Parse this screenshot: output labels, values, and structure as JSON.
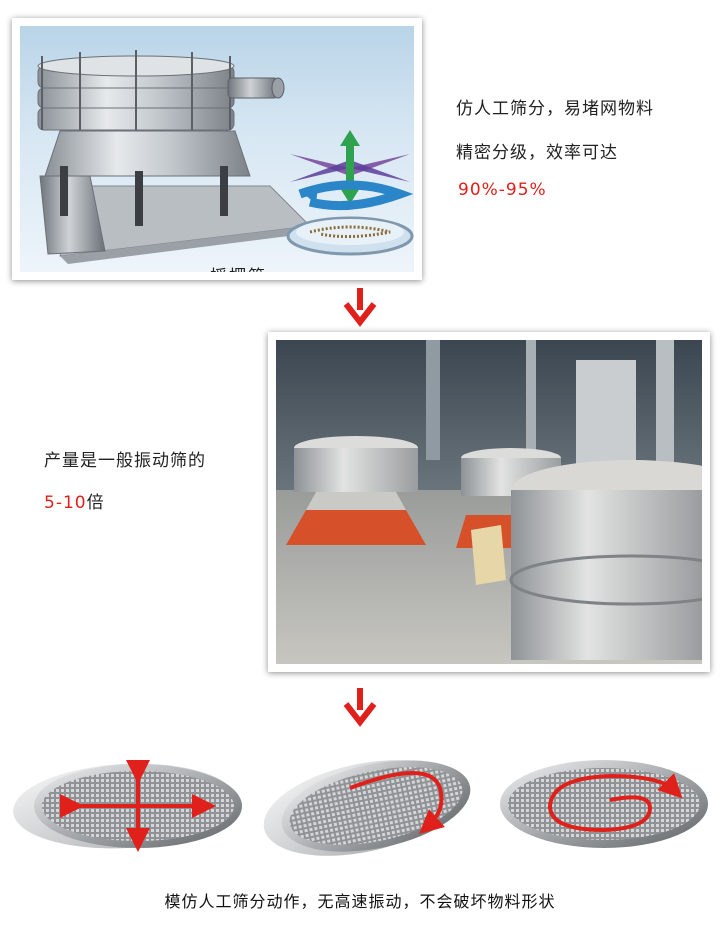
{
  "block1": {
    "photo_caption": "摇摆筛",
    "line1": "仿人工筛分，易堵网物料",
    "line2": "精密分级，效率可达",
    "highlight": "90%-95%"
  },
  "block2": {
    "line1": "产量是一般振动筛的",
    "highlight_num": "5-10",
    "highlight_suffix": "倍"
  },
  "footer": {
    "caption": "模仿人工筛分动作，无高速振动，不会破坏物料形状"
  },
  "colors": {
    "accent_red": "#e0201a",
    "arrow_red": "#e0201a"
  }
}
